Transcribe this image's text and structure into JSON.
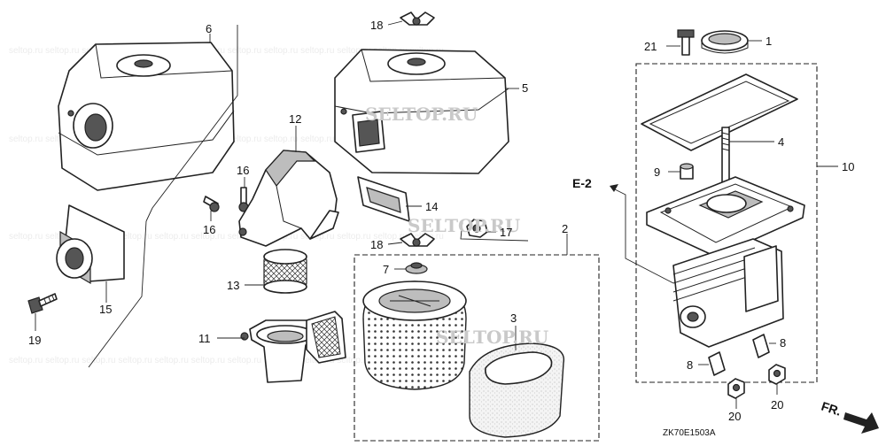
{
  "diagram": {
    "part_numbers": [
      "1",
      "2",
      "3",
      "4",
      "5",
      "6",
      "7",
      "8",
      "8",
      "9",
      "10",
      "11",
      "12",
      "13",
      "14",
      "15",
      "16",
      "16",
      "17",
      "18",
      "18",
      "19",
      "20",
      "20",
      "21"
    ],
    "reference_label": "E-2",
    "direction_label": "FR.",
    "watermarks": [
      "SELTOP.RU",
      "SELTOP.RU",
      "SELTOP.RU"
    ],
    "drawing_code": "ZK70E1503A"
  },
  "labels": {
    "p1": "1",
    "p2": "2",
    "p3": "3",
    "p4": "4",
    "p5": "5",
    "p6": "6",
    "p7": "7",
    "p8a": "8",
    "p8b": "8",
    "p9": "9",
    "p10": "10",
    "p11": "11",
    "p12": "12",
    "p13": "13",
    "p14": "14",
    "p15": "15",
    "p16a": "16",
    "p16b": "16",
    "p17": "17",
    "p18a": "18",
    "p18b": "18",
    "p19": "19",
    "p20a": "20",
    "p20b": "20",
    "p21": "21"
  }
}
